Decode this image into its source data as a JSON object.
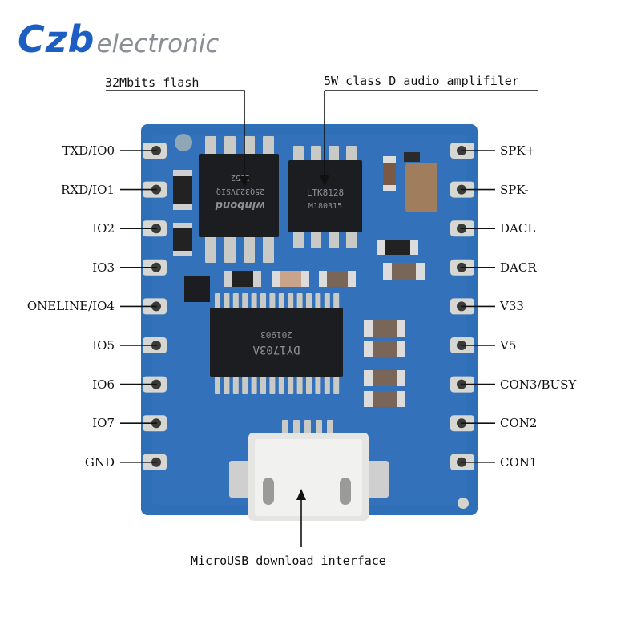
{
  "brand": {
    "name": "Czb",
    "suffix": "electronic",
    "colors": {
      "name": "#1d5ec2",
      "suffix": "#8a8f96"
    }
  },
  "board": {
    "pcb_color": "#2f6fb7",
    "pad_color": "#d6d6d2"
  },
  "callouts": {
    "flash": "32Mbits flash",
    "amplifier": "5W class D audio amplifiler",
    "usb": "MicroUSB download interface"
  },
  "left_pins": [
    "TXD/IO0",
    "RXD/IO1",
    "IO2",
    "IO3",
    "ONELINE/IO4",
    "IO5",
    "IO6",
    "IO7",
    "GND"
  ],
  "right_pins": [
    "SPK+",
    "SPK-",
    "DACL",
    "DACR",
    "V33",
    "V5",
    "CON3/BUSY",
    "CON2",
    "CON1"
  ],
  "chips": {
    "flash_markings": [
      "winbond",
      "25Q32JVSIQ",
      "1852"
    ],
    "amp_markings": [
      "LTK8128",
      "M180315"
    ],
    "mcu_markings": [
      "DY1703A",
      "201903"
    ]
  }
}
